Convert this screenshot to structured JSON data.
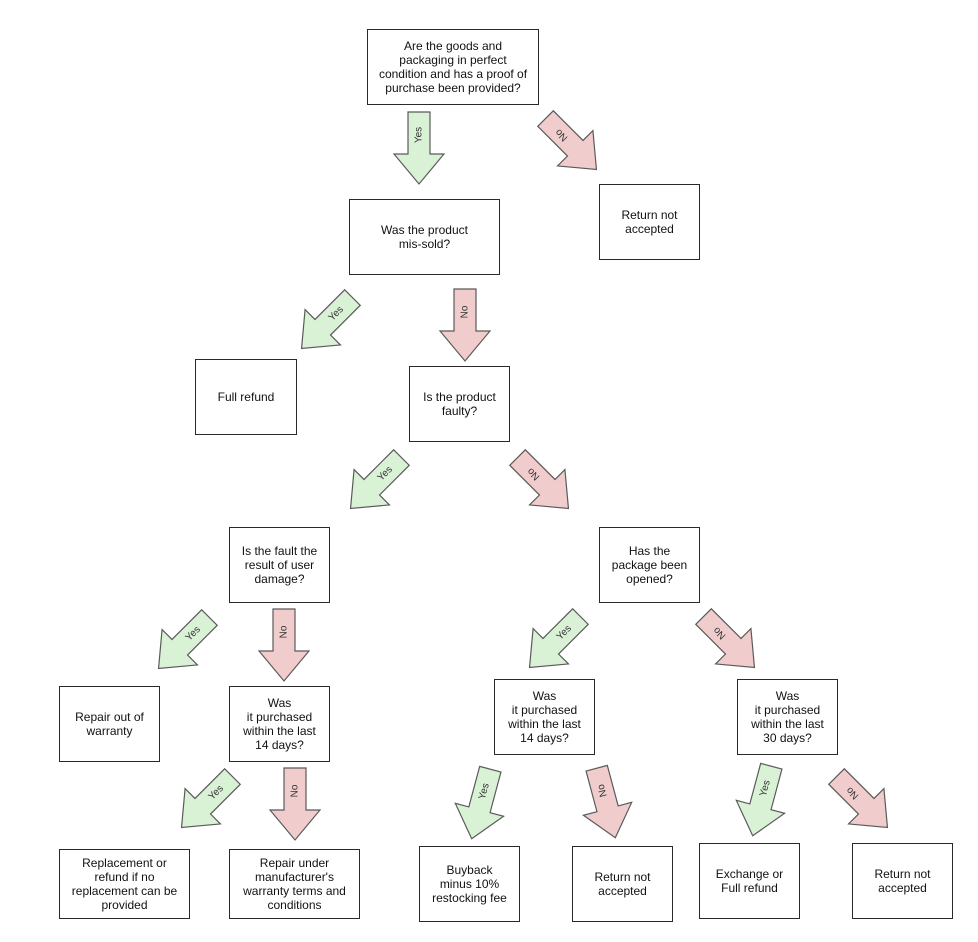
{
  "colors": {
    "yes_fill": "#d9f2d5",
    "yes_stroke": "#5a5a5a",
    "no_fill": "#f0cccc",
    "no_stroke": "#5a5a5a",
    "box_border": "#2a2a2a"
  },
  "nodes": {
    "q_condition": "Are the goods and\npackaging in perfect\ncondition and has a proof of\npurchase been provided?",
    "r_not_accepted_1": "Return not\naccepted",
    "q_missold": "Was the product\nmis-sold?",
    "r_full_refund": "Full refund",
    "q_faulty": "Is the product\nfaulty?",
    "q_user_damage": "Is the fault the\nresult of user\ndamage?",
    "q_opened": "Has the\npackage been\nopened?",
    "r_repair_out": "Repair out of\nwarranty",
    "q_14_days_a": "Was\nit purchased\nwithin the last\n14 days?",
    "q_14_days_b": "Was\nit purchased\nwithin the last\n14 days?",
    "q_30_days": "Was\nit purchased\nwithin the last\n30 days?",
    "r_replacement": "Replacement or\nrefund if no\nreplacement can be\nprovided",
    "r_repair_under": "Repair under\nmanufacturer's\nwarranty terms and\nconditions",
    "r_buyback": "Buyback\nminus 10%\nrestocking fee",
    "r_not_accepted_2": "Return not\naccepted",
    "r_exchange": "Exchange or\nFull refund",
    "r_not_accepted_3": "Return not\naccepted"
  },
  "arrow_labels": {
    "yes": "Yes",
    "no": "No"
  }
}
